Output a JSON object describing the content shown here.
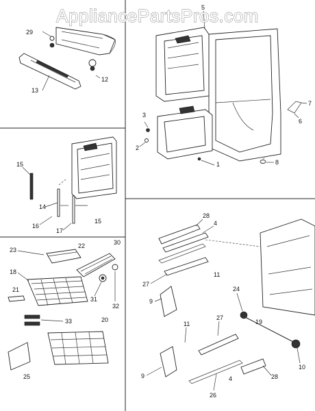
{
  "watermark": "AppliancePartsPros.com",
  "callouts": {
    "p29": "29",
    "p13": "13",
    "p12": "12",
    "p5": "5",
    "p3": "3",
    "p2": "2",
    "p1": "1",
    "p7": "7",
    "p6": "6",
    "p8": "8",
    "p15a": "15",
    "p14": "14",
    "p16": "16",
    "p17": "17",
    "p15b": "15",
    "p23": "23",
    "p22": "22",
    "p30": "30",
    "p18": "18",
    "p21": "21",
    "p31": "31",
    "p32": "32",
    "p33": "33",
    "p20": "20",
    "p25": "25",
    "p28a": "28",
    "p4a": "4",
    "p27a": "27",
    "p11a": "11",
    "p9a": "9",
    "p24": "24",
    "p19": "19",
    "p10": "10",
    "p11b": "11",
    "p27b": "27",
    "p9b": "9",
    "p4b": "4",
    "p28b": "28",
    "p26": "26"
  }
}
